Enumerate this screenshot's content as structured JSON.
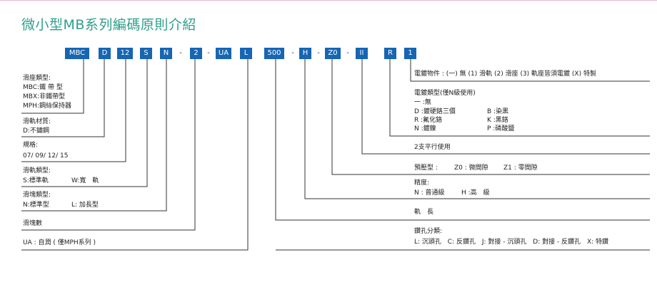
{
  "title": "微小型MB系列編碼原則介紹",
  "code_segments": [
    "MBC",
    "D",
    "12",
    "S",
    "N",
    "-",
    "2",
    "-",
    "UA",
    "L",
    "500",
    "-",
    "H",
    "-",
    "Z0",
    "-",
    "II",
    "R",
    "1"
  ],
  "left_groups": {
    "slider_type": [
      "滑座類型:",
      "MBC:鐵 帶 型",
      "MBX:非鐵帶型",
      "MPH:鋼絲保持器"
    ],
    "rail_material": [
      "滑軌材質:",
      "D:不鏽鋼"
    ],
    "size": [
      "規格:",
      "07/ 09/ 12/ 15"
    ],
    "rail_type": [
      "滑軌類型:",
      "S:標準軌",
      "W:寬　軌"
    ],
    "block_type": [
      "滑塊類型:",
      "N:標準型",
      "L: 加長型"
    ],
    "block_count": [
      "滑塊數"
    ],
    "ua": [
      "UA : 自潤 ( 僅MPH系列 )"
    ]
  },
  "right_groups": {
    "plating_parts": [
      "電鍍物件 : (一) 無 (1) 滑軌 (2) 滑座 (3) 軌座皆須電鍍 (X) 特製"
    ],
    "plating_type_title": "電鍍類型(僅N級使用)",
    "plating_type_left": [
      "一 :無",
      "D :鍍硬鉻三價",
      "R :氟化鉻",
      "N :鍍鎳"
    ],
    "plating_type_right": [
      "B :染黑",
      "K :黑鉻",
      "P :磷酸鹽"
    ],
    "rails": [
      "2支平行使用"
    ],
    "preload": [
      "預壓型 :",
      "Z0 : 微間隙",
      "Z1 : 零間隙"
    ],
    "accuracy": [
      "精度:",
      "N : 普通級",
      "H :高　級"
    ],
    "rail_length": [
      "軌　長"
    ],
    "hole_title": "鑽孔分類:",
    "hole_items": [
      "L: 沉頭孔",
      "C: 反鑽孔",
      "J: 對接 - 沉頭孔",
      "D: 對接 - 反鑽孔",
      "X: 特鑽"
    ]
  },
  "colors": {
    "title": "#2e9e8c",
    "box": "#1666b3",
    "line": "#333333",
    "top_rule": "#e6b8cf"
  }
}
